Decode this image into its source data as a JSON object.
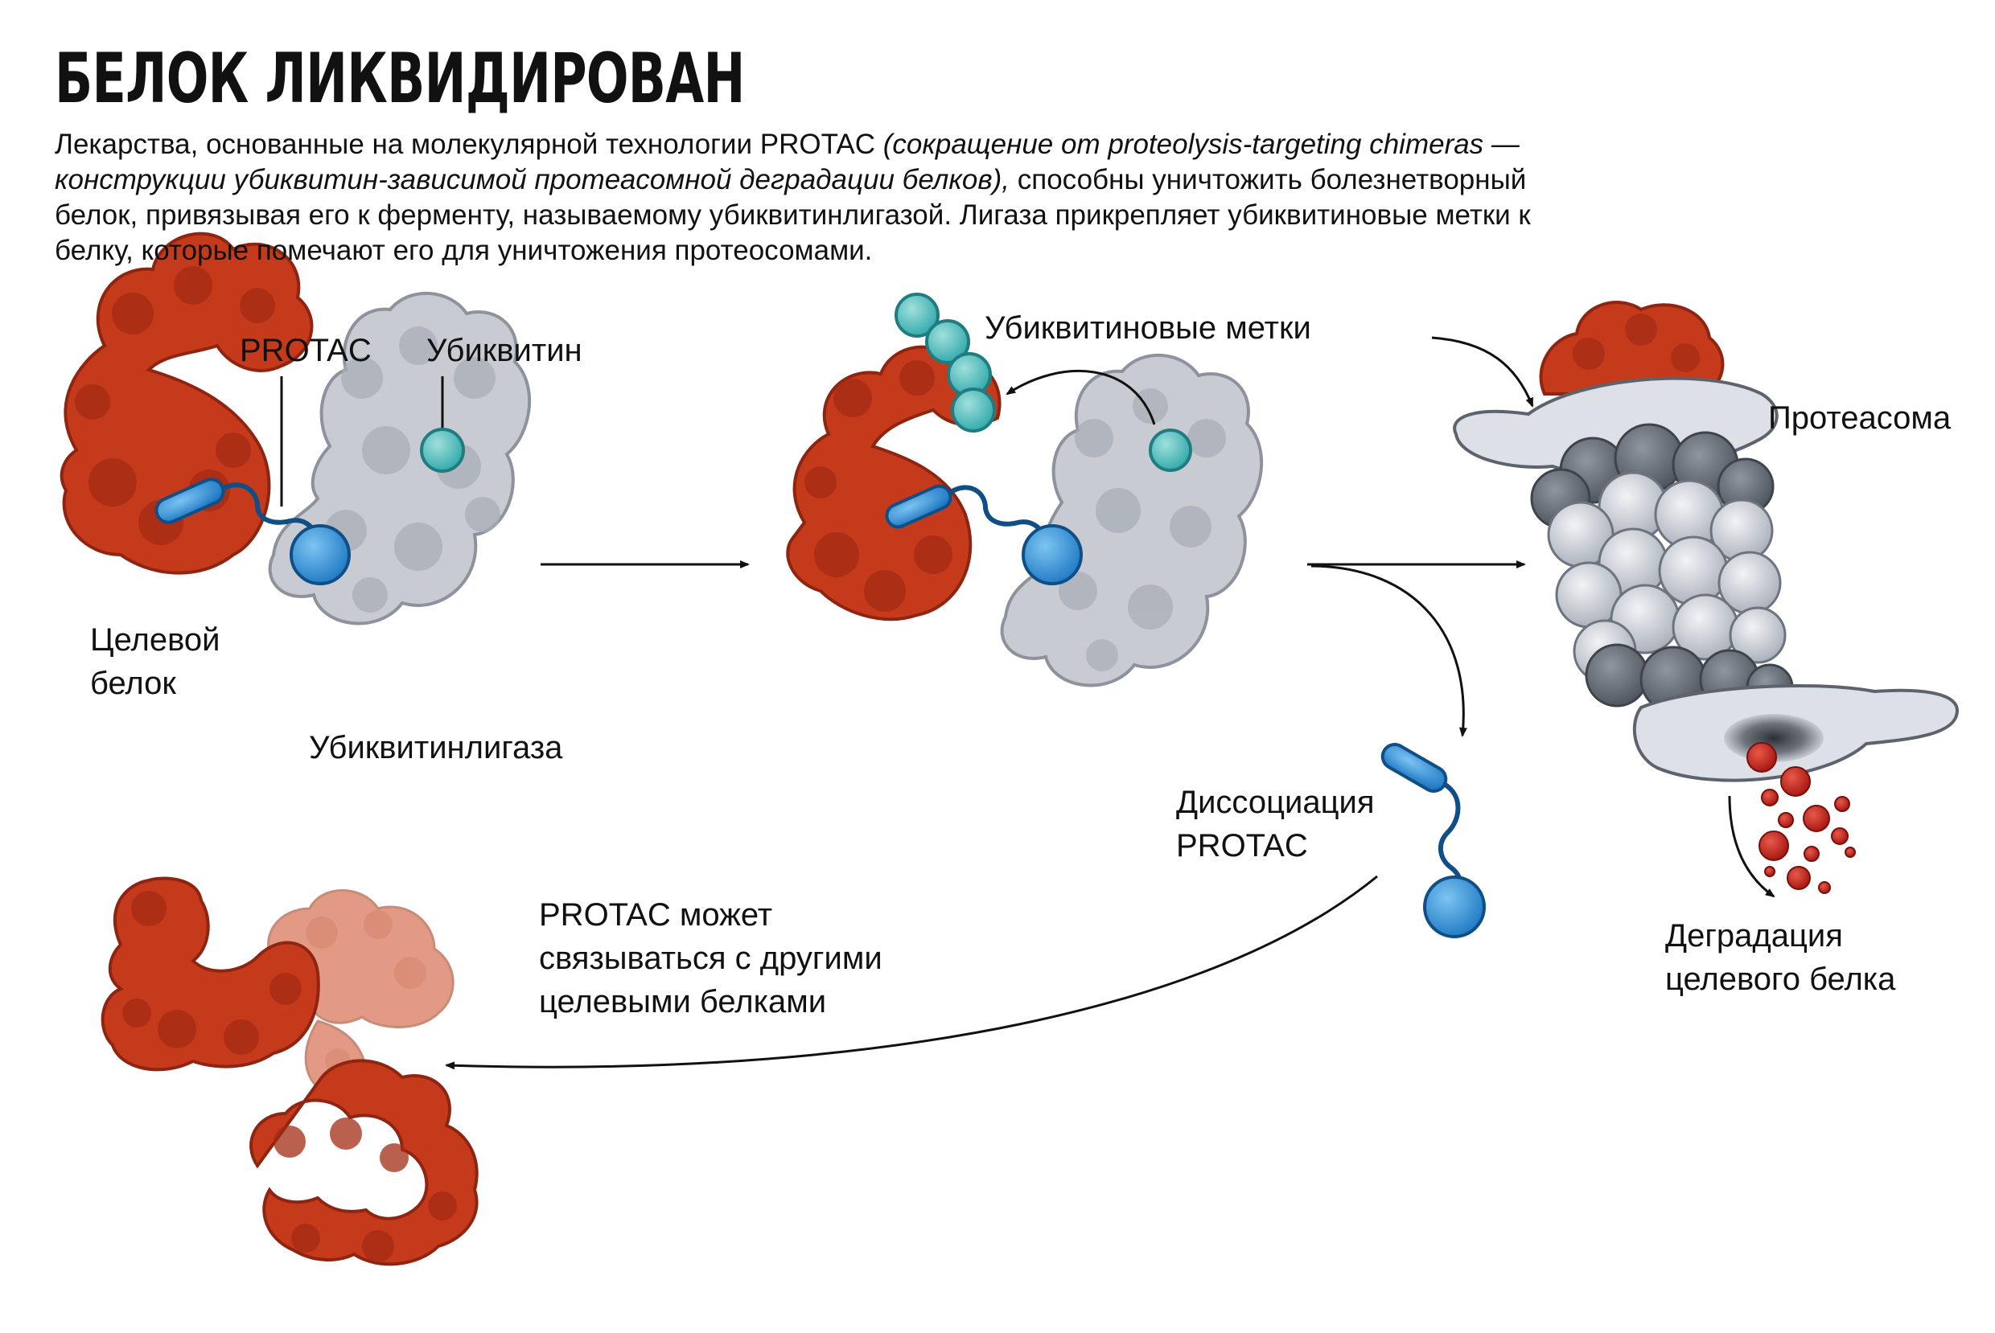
{
  "title": "БЕЛОК ЛИКВИДИРОВАН",
  "intro": {
    "part1": "Лекарства, основанные на молекулярной технологии PROTAC ",
    "italic": "(сокращение от proteolysis-targeting chimeras — конструкции убиквитин-зависимой протеасомной деградации белков),",
    "part2": " способны уничтожить болезнетворный белок, привязывая его к ферменту, называемому убиквитинлигазой. Лигаза прикрепляет убиквитиновые метки к белку, которые помечают его для уничтожения протеосомами."
  },
  "labels": {
    "protac": "PROTAC",
    "ubiquitin": "Убиквитин",
    "target_protein_line1": "Целевой",
    "target_protein_line2": "белок",
    "ligase": "Убиквитинлигаза",
    "ubiquitin_tags": "Убиквитиновые метки",
    "proteasome": "Протеасома",
    "dissociation_line1": "Диссоциация",
    "dissociation_line2": "PROTAC",
    "rebind_line1": "PROTAC может",
    "rebind_line2": "связываться с другими",
    "rebind_line3": "целевыми белками",
    "degradation_line1": "Деградация",
    "degradation_line2": "целевого белка"
  },
  "colors": {
    "protein": "#c63a1c",
    "protein_dark": "#9e2a12",
    "protein_faded": "#e39a85",
    "ligase": "#c9cbd2",
    "ligase_dark": "#9ea1ab",
    "protac_blue": "#2f8fd6",
    "ubiquitin_teal": "#4bbfbf",
    "proteasome_light": "#dde0e6",
    "proteasome_mid": "#aab0bb",
    "proteasome_dark": "#5d636c",
    "fragment_red": "#c0221b"
  }
}
